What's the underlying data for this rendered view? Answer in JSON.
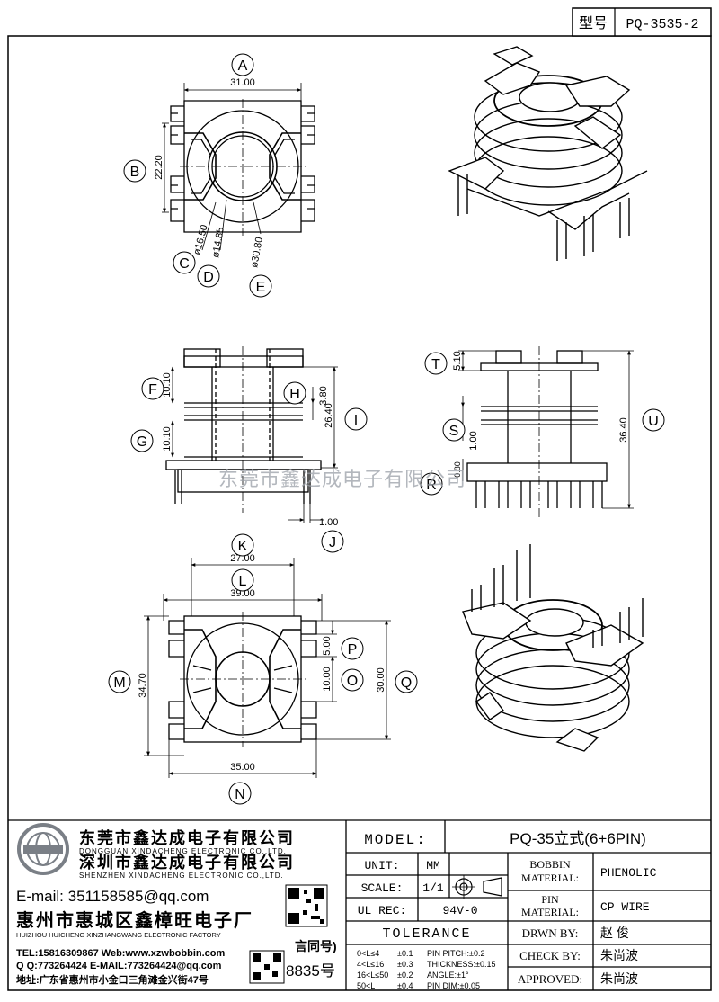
{
  "header": {
    "type_label": "型号",
    "model_code": "PQ-3535-2"
  },
  "view_top": {
    "dims": {
      "width": "31.00",
      "height": "22.20",
      "d1": "ø16.50",
      "d2": "ø14.85",
      "d3": "ø30.80"
    },
    "callouts": [
      "A",
      "B",
      "C",
      "D",
      "E"
    ]
  },
  "view_front": {
    "dims": {
      "f": "10.10",
      "h": "3.80",
      "i": "26.40",
      "g": "10.10",
      "j": "1.00"
    },
    "callouts": [
      "F",
      "G",
      "H",
      "I",
      "J"
    ]
  },
  "view_side": {
    "dims": {
      "t": "5.10",
      "s": "1.00",
      "r": "0.80",
      "u": "36.40"
    },
    "callouts": [
      "T",
      "S",
      "R",
      "U"
    ]
  },
  "view_bottom": {
    "dims": {
      "k": "27.00",
      "l": "39.00",
      "m": "34.70",
      "p": "5.00",
      "o": "10.00",
      "q": "30.00",
      "n": "35.00"
    },
    "callouts": [
      "K",
      "L",
      "M",
      "N",
      "O",
      "P",
      "Q"
    ]
  },
  "watermark": "东莞市鑫达成电子有限公司",
  "company": {
    "dg_cn": "东莞市鑫达成电子有限公司",
    "dg_en": "DONGGUAN XINDACHENG ELECTRONIC CO.,LTD.",
    "sz_cn": "深圳市鑫达成电子有限公司",
    "sz_en": "SHENZHEN XINDACHENG ELECTRONIC CO.,LTD.",
    "email": "E-mail: 351158585@qq.com",
    "hz_cn": "惠州市惠城区鑫樟旺电子厂",
    "hz_en": "HUIZHOU HUICHENG XINZHANGWANG ELECTRONIC FACTORY",
    "tel": "TEL:15816309867 Web:www.xzwbobbin.com",
    "qq": "Q Q:773264424 E-MAIL:773264424@qq.com",
    "addr": "地址:广东省惠州市小金口三角滩金兴街47号",
    "stub1": "言同号)",
    "stub2": "8835号"
  },
  "title_block": {
    "model_label": "MODEL:",
    "model_value": "PQ-35立式(6+6PIN)",
    "unit_label": "UNIT:",
    "unit_value": "MM",
    "scale_label": "SCALE:",
    "scale_value": "1/1",
    "ulrec_label": "UL REC:",
    "ulrec_value": "94V-0",
    "bobbin_label_1": "BOBBIN",
    "bobbin_label_2": "MATERIAL:",
    "bobbin_value": "PHENOLIC",
    "pin_label_1": "PIN",
    "pin_label_2": "MATERIAL:",
    "pin_value": "CP WIRE",
    "drwn_label": "DRWN BY:",
    "drwn_value": "赵  俊",
    "check_label": "CHECK BY:",
    "check_value": "朱尚波",
    "approved_label": "APPROVED:",
    "approved_value": "朱尚波",
    "tolerance_label": "TOLERANCE",
    "tol_rows": [
      [
        "0<L≤4",
        "±0.1",
        "PIN PITCH:±0.2"
      ],
      [
        "4<L≤16",
        "±0.3",
        "THICKNESS:±0.15"
      ],
      [
        "16<L≤50",
        "±0.2",
        "ANGLE:±1°"
      ],
      [
        "50<L",
        "±0.4",
        "PIN DIM:±0.05"
      ]
    ]
  }
}
